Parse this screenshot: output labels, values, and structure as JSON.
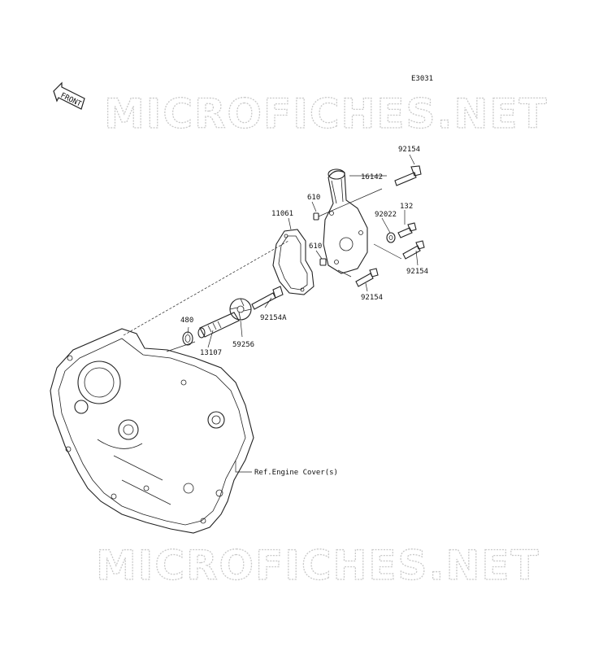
{
  "diagram_code": "E3031",
  "front_arrow_text": "FRONT",
  "watermark": "MICROFICHES.NET",
  "labels": {
    "p92154_top": "92154",
    "p16142": "16142",
    "p610_top": "610",
    "p132": "132",
    "p92022": "92022",
    "p11061": "11061",
    "p610_bottom": "610",
    "p92154_right": "92154",
    "p92154_bottom": "92154",
    "p92154A": "92154A",
    "p480": "480",
    "p13107": "13107",
    "p59256": "59256",
    "ref_engine_cover": "Ref.Engine Cover(s)"
  }
}
